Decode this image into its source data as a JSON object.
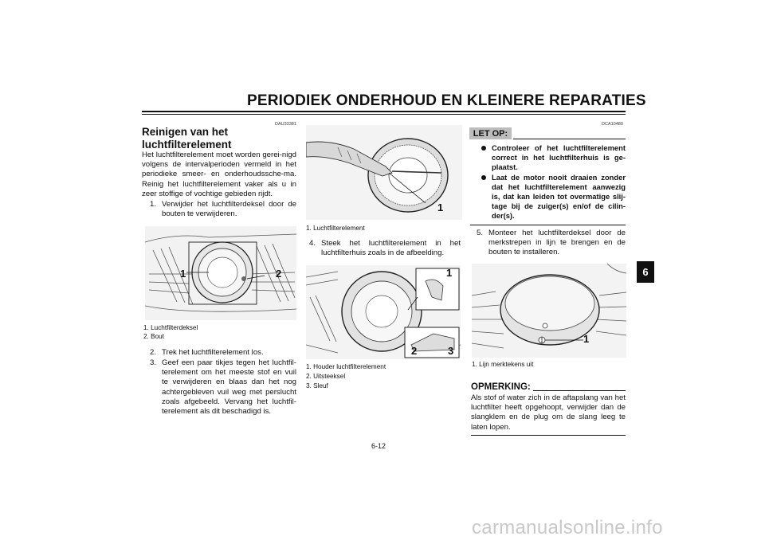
{
  "header": {
    "title": "PERIODIEK ONDERHOUD EN KLEINERE REPARATIES"
  },
  "side_tab": "6",
  "page_number": "6-12",
  "watermark": "carmanualsonline.info",
  "left": {
    "code": "DAU33381",
    "heading": "Reinigen van het luchtfilterelement",
    "intro": "Het luchtfilterelement moet worden gerei-nigd volgens de intervalperioden vermeld in het periodieke smeer- en onderhoudssche-ma. Reinig het luchtfilterelement vaker als u in zeer stoffige of vochtige gebieden rijdt.",
    "step1": {
      "num": "1.",
      "text": "Verwijder het luchtfilterdeksel door de bouten te verwijderen."
    },
    "figure": {
      "callouts": [
        "1",
        "2"
      ],
      "captions": [
        "1. Luchtfilterdeksel",
        "2. Bout"
      ]
    },
    "step2": {
      "num": "2.",
      "text": "Trek het luchtfilterelement los."
    },
    "step3": {
      "num": "3.",
      "text": "Geef een paar tikjes tegen het luchtfil-terelement om het meeste stof en vuil te verwijderen en blaas dan het nog achtergebleven vuil weg met perslucht zoals afgebeeld. Vervang het luchtfil-terelement als dit beschadigd is."
    }
  },
  "middle": {
    "figure1": {
      "callouts": [
        "1"
      ],
      "captions": [
        "1. Luchtfilterelement"
      ]
    },
    "step4": {
      "num": "4.",
      "text": "Steek het luchtfilterelement in het luchtfilterhuis zoals in de afbeelding."
    },
    "figure2": {
      "callouts": [
        "1",
        "2",
        "3"
      ],
      "captions": [
        "1. Houder luchtfilterelement",
        "2. Uitsteeksel",
        "3. Sleuf"
      ]
    }
  },
  "right": {
    "code": "DCA10480",
    "letop": {
      "title": "LET OP:",
      "bullets": [
        "Controleer of het luchtfilterelement correct in het luchtfilterhuis is ge-plaatst.",
        "Laat de motor nooit draaien zonder dat het luchtfilterelement aanwezig is, dat kan leiden tot overmatige slij-tage bij de zuiger(s) en/of de cilin-der(s)."
      ]
    },
    "step5": {
      "num": "5.",
      "text": "Monteer het luchtfilterdeksel door de merkstrepen in lijn te brengen en de bouten te installeren."
    },
    "figure": {
      "callouts": [
        "1"
      ],
      "captions": [
        "1. Lijn merktekens uit"
      ]
    },
    "opmerking": {
      "title": "OPMERKING:",
      "text": "Als stof of water zich in de aftapslang van het luchtfilter heeft opgehoopt, verwijder dan de slangklem en de plug om de slang leeg te laten lopen."
    }
  }
}
